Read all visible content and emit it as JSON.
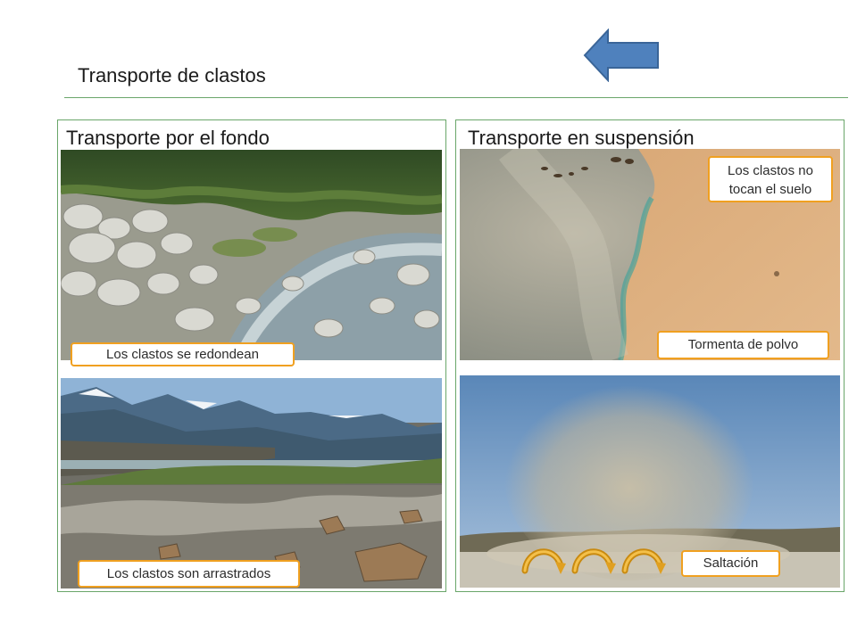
{
  "header": {
    "title": "Transporte de clastos"
  },
  "nav": {
    "back_icon": "left-arrow-icon"
  },
  "panels": {
    "left": {
      "heading": "Transporte por el fondo",
      "photos": [
        {
          "scene": "river-boulders",
          "caption": "Los clastos se redondean"
        },
        {
          "scene": "glacier-valley",
          "caption": "Los clastos son arrastrados"
        }
      ]
    },
    "right": {
      "heading": "Transporte en suspensión",
      "photos": [
        {
          "scene": "satellite-dust-storm",
          "caption_top": "Los clastos no tocan el suelo",
          "caption": "Tormenta de polvo"
        },
        {
          "scene": "dust-devil",
          "caption": "Saltación",
          "arrows_icon": "saltation-arrows-icon"
        }
      ]
    }
  },
  "colors": {
    "accent_border": "#f0a020",
    "panel_border": "#6aa66a",
    "arrow_fill": "#4f81bd"
  }
}
